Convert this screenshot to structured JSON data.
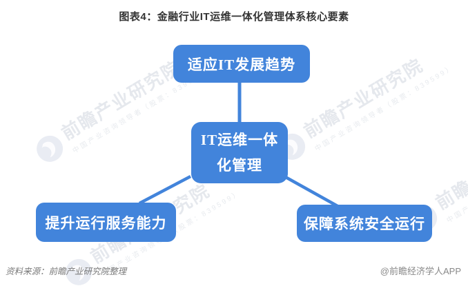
{
  "header": {
    "title": "图表4：金融行业IT运维一体化管理体系核心要素"
  },
  "diagram": {
    "node_color": "#4284DB",
    "connector_color": "#4284DB",
    "node_text_color": "#FFFFFF",
    "top_node": {
      "label": "适应IT发展趋势"
    },
    "center_node": {
      "label": "IT运维一体化管理",
      "line1": "IT运维一体",
      "line2": "化管理"
    },
    "bottom_left_node": {
      "label": "提升运行服务能力"
    },
    "bottom_right_node": {
      "label": "保障系统安全运行"
    }
  },
  "watermark": {
    "line1": "前瞻产业研究院",
    "line2": "中国产业咨询领导者（股票：839599）"
  },
  "footer": {
    "source": "资料来源：前瞻产业研究院整理",
    "credit": "@前瞻经济学人APP"
  }
}
